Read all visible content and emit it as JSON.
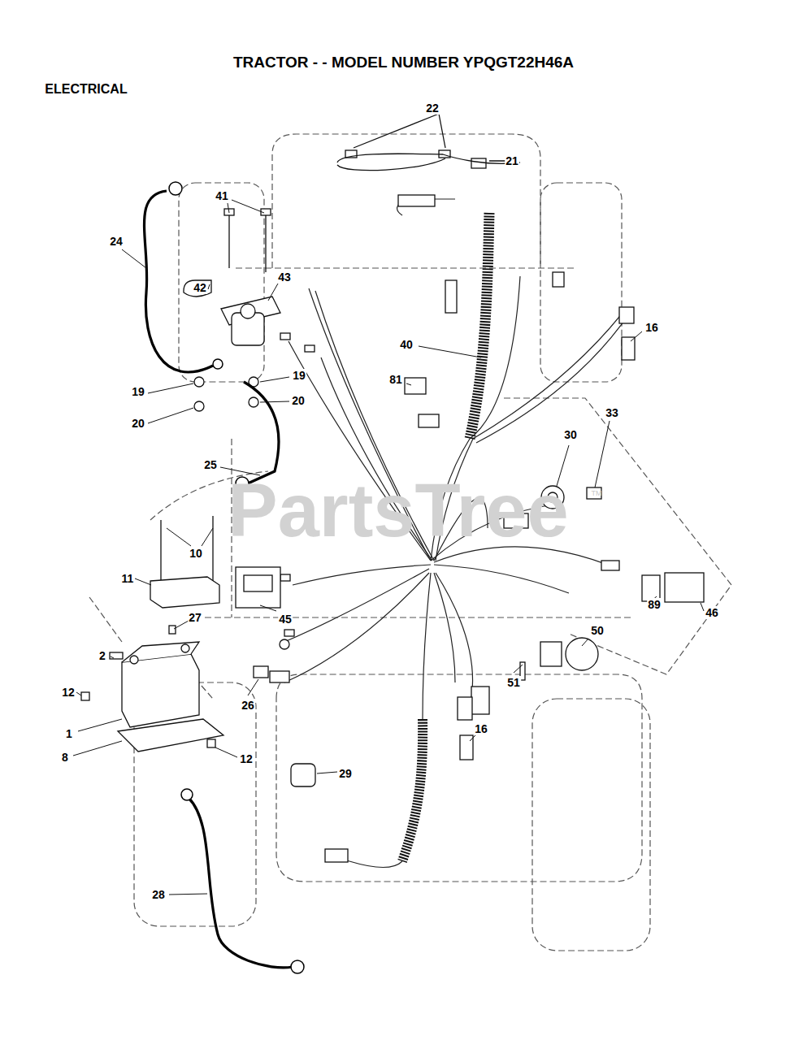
{
  "diagram": {
    "title": "TRACTOR - - MODEL NUMBER YPQGT22H46A",
    "labels": [
      "ELECTRICAL",
      "22",
      "21",
      "41",
      "24",
      "43",
      "42",
      "16",
      "40",
      "19",
      "81",
      "19",
      "20",
      "33",
      "20",
      "30",
      "25",
      "PartsTree",
      "TM",
      "10",
      "11",
      "89",
      "46",
      "27",
      "45",
      "50",
      "2",
      "51",
      "12",
      "26",
      "16",
      "1",
      "8",
      "12",
      "29",
      "28"
    ]
  }
}
